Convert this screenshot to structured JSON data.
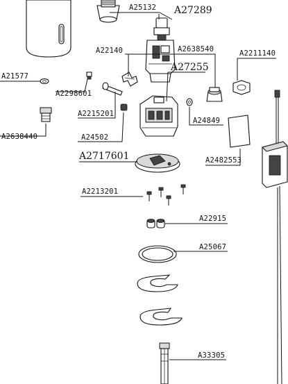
{
  "labels": {
    "a25132": "A25132",
    "a27289": "A27289",
    "a22140": "A22140",
    "a2638540": "A2638540",
    "a2211140": "A2211140",
    "a27255": "A27255",
    "a21577": "A21577",
    "a2298601": "A2298601",
    "a2215201": "A2215201",
    "a24849": "A24849",
    "a2638440": "A2638440",
    "a24502": "A24502",
    "a2717601": "A2717601",
    "a2482553": "A2482553",
    "a2213201": "A2213201",
    "a22915": "A22915",
    "a25067": "A25067",
    "a33305": "A33305"
  }
}
